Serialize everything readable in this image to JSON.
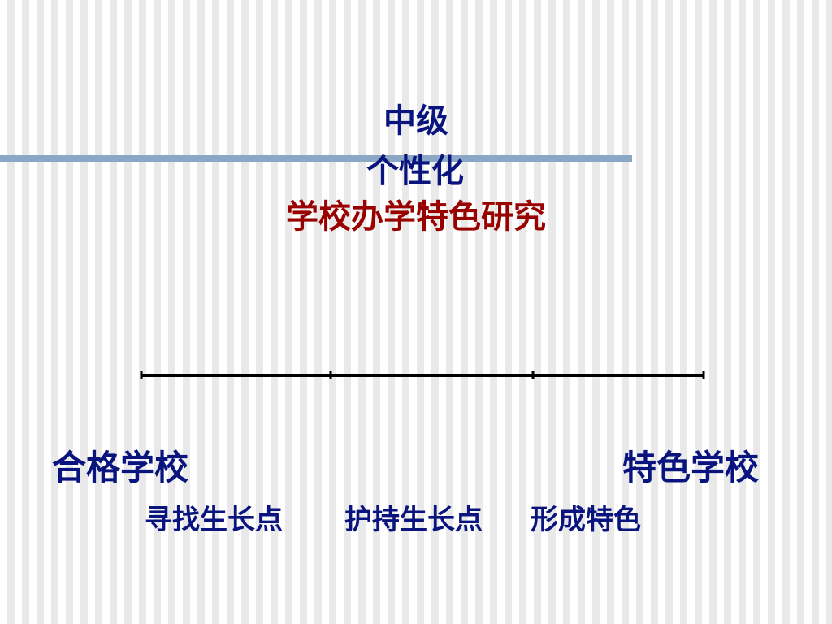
{
  "slide": {
    "title_lines": [
      "中级",
      "个性化",
      "学校办学特色研究"
    ],
    "left_label": "合格学校",
    "right_label": "特色学校",
    "stages": [
      "寻找生长点",
      "护持生长点",
      "形成特色"
    ]
  },
  "colors": {
    "title_primary": "#0a147f",
    "title_secondary": "#990000",
    "accent_line": "#8aa7c6",
    "timeline": "#000000"
  },
  "decor": {
    "accent_line": "accent-rule",
    "timeline": "segmented-progress-line"
  }
}
